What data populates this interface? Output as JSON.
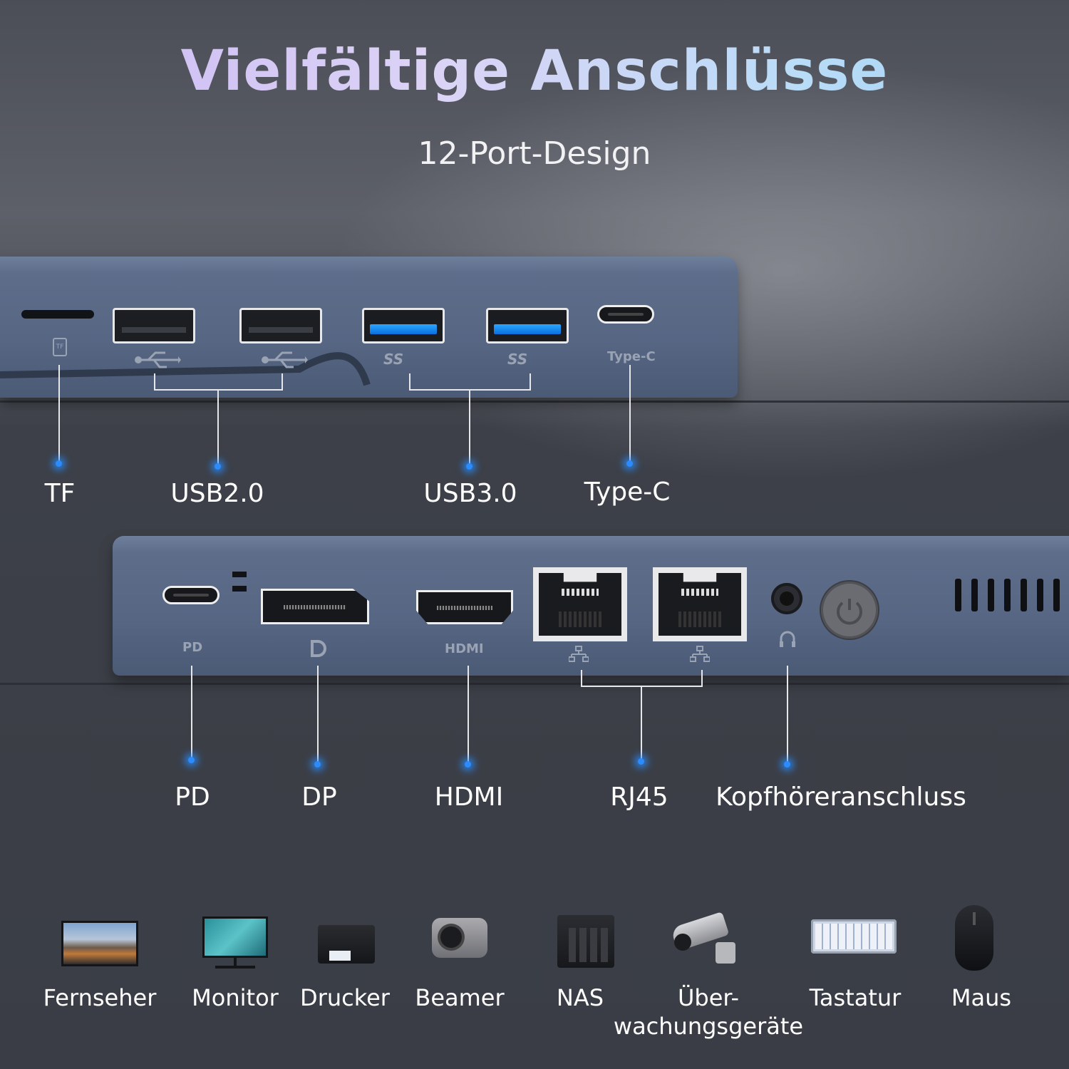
{
  "header": {
    "title": "Vielfältige Anschlüsse",
    "subtitle": "12-Port-Design"
  },
  "top_device": {
    "port_symbols": {
      "tf": "TF",
      "typec": "Type-C",
      "usb3_a": "SS",
      "usb3_b": "SS"
    },
    "labels": {
      "tf": "TF",
      "usb2": "USB2.0",
      "usb3": "USB3.0",
      "typec": "Type-C"
    }
  },
  "bottom_device": {
    "port_symbols": {
      "pd": "PD",
      "hdmi": "HDMI"
    },
    "labels": {
      "pd": "PD",
      "dp": "DP",
      "hdmi": "HDMI",
      "rj45": "RJ45",
      "headphone": "Kopfhöreranschluss"
    }
  },
  "devices": [
    {
      "label": "Fernseher",
      "icon": "tv-icon"
    },
    {
      "label": "Monitor",
      "icon": "monitor-icon"
    },
    {
      "label": "Drucker",
      "icon": "printer-icon"
    },
    {
      "label": "Beamer",
      "icon": "projector-icon"
    },
    {
      "label": "NAS",
      "icon": "nas-icon"
    },
    {
      "label": "Über-",
      "label2": "wachungsgeräte",
      "icon": "camera-icon"
    },
    {
      "label": "Tastatur",
      "icon": "keyboard-icon"
    },
    {
      "label": "Maus",
      "icon": "mouse-icon"
    }
  ],
  "colors": {
    "accent_glow": "#2a8cff",
    "device_body": "#566683",
    "title_gradient_start": "#c9b7f2",
    "title_gradient_end": "#9fd0f5"
  }
}
